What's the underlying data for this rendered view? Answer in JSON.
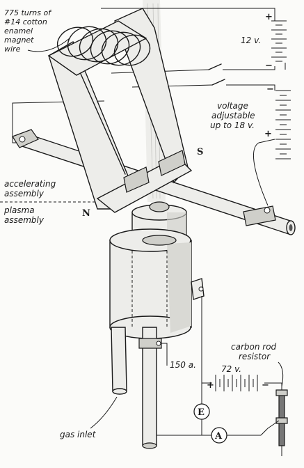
{
  "labels": {
    "coil": [
      "775 turns of",
      "#14 cotton",
      "enamel",
      "magnet",
      "wire"
    ],
    "battery_12v": "12 v.",
    "adjustable": [
      "voltage",
      "adjustable",
      "up to 18 v."
    ],
    "accelerating": [
      "accelerating",
      "assembly"
    ],
    "plasma": [
      "plasma",
      "assembly"
    ],
    "carbon": [
      "carbon rod",
      "resistor"
    ],
    "current": "150 a.",
    "battery_72v": "72 v.",
    "gas_inlet": "gas inlet",
    "pole_s": "S",
    "pole_n": "N",
    "meter_e": "E",
    "meter_a": "A",
    "plus": "+",
    "minus": "−"
  }
}
